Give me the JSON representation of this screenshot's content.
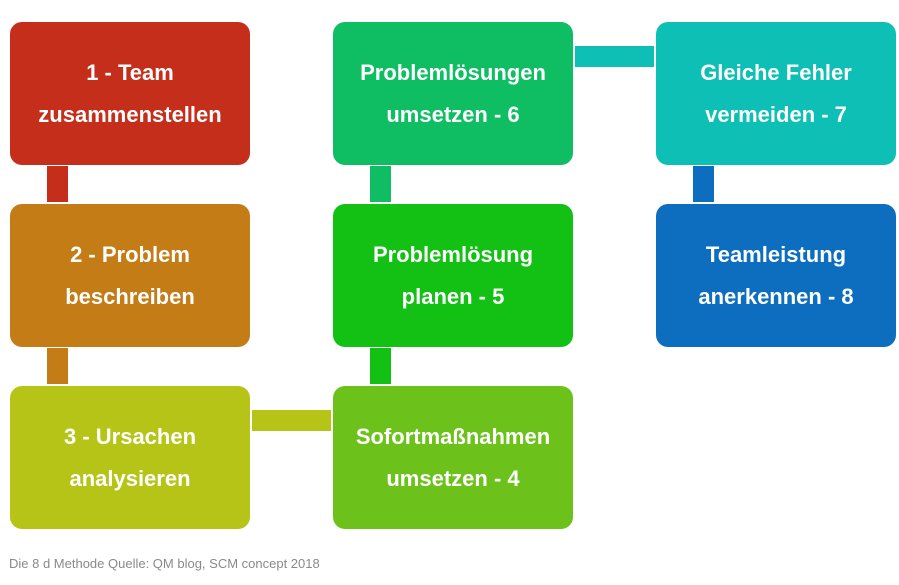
{
  "steps": [
    {
      "id": 1,
      "label": "1 - Team\nzusammenstellen",
      "color": "#c42e1b"
    },
    {
      "id": 2,
      "label": "2 - Problem\nbeschreiben",
      "color": "#c47d16"
    },
    {
      "id": 3,
      "label": "3 - Ursachen\nanalysieren",
      "color": "#b5c417"
    },
    {
      "id": 4,
      "label": "Sofortmaßnahmen\numsetzen - 4",
      "color": "#6cc21a"
    },
    {
      "id": 5,
      "label": "Problemlösung\nplanen - 5",
      "color": "#12c114"
    },
    {
      "id": 6,
      "label": "Problemlösungen\numsetzen - 6",
      "color": "#0fbe63"
    },
    {
      "id": 7,
      "label": "Gleiche Fehler\nvermeiden - 7",
      "color": "#0dbfb5"
    },
    {
      "id": 8,
      "label": "Teamleistung\nanerkennen - 8",
      "color": "#0d6ebf"
    }
  ],
  "connector_colors": {
    "c1_2": "#c42e1b",
    "c2_3": "#c47d16",
    "c3_4": "#b5c417",
    "c4_5": "#12c114",
    "c5_6": "#0fbe63",
    "c6_7": "#0dbfb5",
    "c7_8": "#0d6ebf"
  },
  "source": "Die 8 d Methode Quelle: QM blog,  SCM concept 2018"
}
